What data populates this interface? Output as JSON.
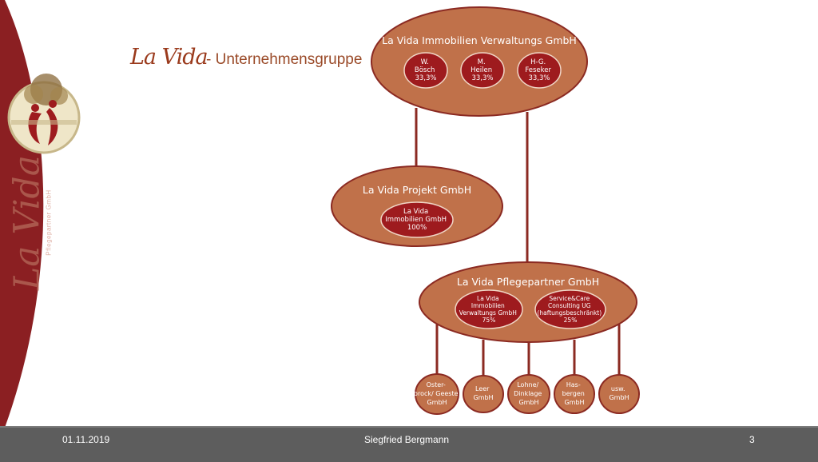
{
  "slide": {
    "title_script": "La Vida",
    "title_rest": "- Unternehmensgruppe",
    "side_brand": "La Vida",
    "side_brand_sub": "Pflegepartner GmbH"
  },
  "footer": {
    "date": "01.11.2019",
    "presenter": "Siegfried Bergmann",
    "page": "3"
  },
  "colors": {
    "big_node": "#c0714a",
    "big_node_border": "#8b2a22",
    "small_node": "#9e1b1e",
    "small_node_border": "#f0d6c6",
    "connector": "#8b2a22",
    "sidebar": "#8b1f22",
    "title": "#9a3a1c"
  },
  "diagram": {
    "nodes": [
      {
        "id": "verwaltung",
        "label": "La Vida Immobilien Verwaltungs GmbH",
        "children": [
          {
            "lines": [
              "W.",
              "Bösch",
              "33,3%"
            ]
          },
          {
            "lines": [
              "M.",
              "Heilen",
              "33,3%"
            ]
          },
          {
            "lines": [
              "H-G.",
              "Feseker",
              "33,3%"
            ]
          }
        ]
      },
      {
        "id": "projekt",
        "label": "La Vida Projekt GmbH",
        "children": [
          {
            "lines": [
              "La Vida",
              "Immobilien GmbH",
              "100%"
            ]
          }
        ]
      },
      {
        "id": "pflege",
        "label": "La Vida Pflegepartner GmbH",
        "children": [
          {
            "lines": [
              "La Vida",
              "Immobilien",
              "Verwaltungs GmbH",
              "75%"
            ]
          },
          {
            "lines": [
              "Service&Care",
              "Consulting UG",
              "(haftungsbeschränkt)",
              "25%"
            ]
          }
        ]
      }
    ],
    "branches": [
      {
        "lines": [
          "Oster-",
          "brock/ Geeste",
          "GmbH"
        ]
      },
      {
        "lines": [
          "Leer",
          "GmbH"
        ]
      },
      {
        "lines": [
          "Lohne/",
          "Dinklage",
          "GmbH"
        ]
      },
      {
        "lines": [
          "Has-",
          "bergen",
          "GmbH"
        ]
      },
      {
        "lines": [
          "usw.",
          "GmbH"
        ]
      }
    ]
  }
}
